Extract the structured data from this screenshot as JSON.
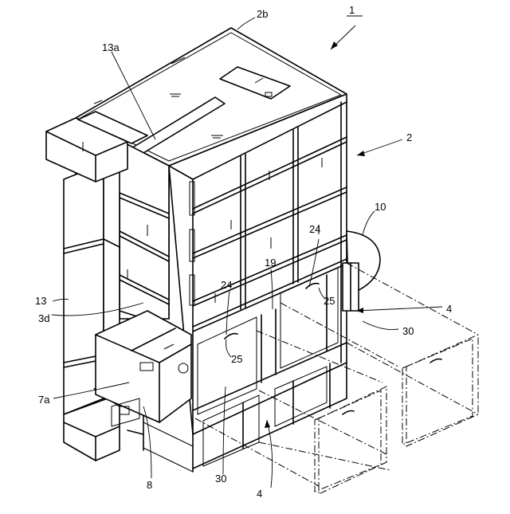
{
  "figure": {
    "labels": {
      "l1": "1",
      "l2": "2",
      "l2b": "2b",
      "l3d": "3d",
      "l4a": "4",
      "l4b": "4",
      "l7a": "7a",
      "l8": "8",
      "l10": "10",
      "l13": "13",
      "l13a": "13a",
      "l19": "19",
      "l24a": "24",
      "l24b": "24",
      "l25a": "25",
      "l25b": "25",
      "l30a": "30",
      "l30b": "30"
    }
  }
}
